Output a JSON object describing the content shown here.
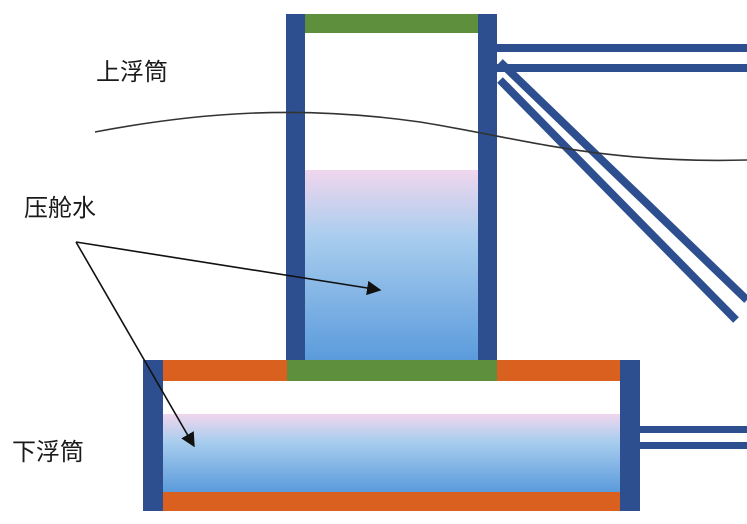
{
  "labels": {
    "upper_float": "上浮筒",
    "ballast_water": "压舱水",
    "lower_float": "下浮筒"
  },
  "colors": {
    "frame_blue": "#2e4f8f",
    "cap_green": "#5e8f3c",
    "plate_orange": "#d9601f",
    "water_top": "#f0d6ee",
    "water_mid": "#8fc3ea",
    "water_bottom": "#5b9bdc",
    "waterline": "#333333",
    "arrow": "#111111"
  }
}
